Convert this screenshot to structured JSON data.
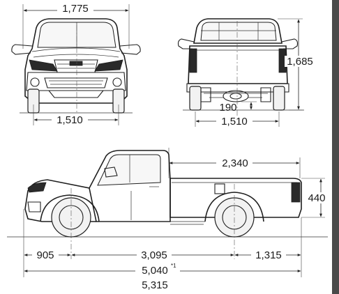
{
  "page": {
    "background_color": "#ffffff",
    "side_bar_color": "#4a4a4a",
    "line_color": "#1f1f1f"
  },
  "front_view": {
    "overall_width": "1,775",
    "track": "1,510"
  },
  "rear_view": {
    "height": "1,685",
    "ground_clearance": "190",
    "track": "1,510"
  },
  "side_view": {
    "bed_length": "2,340",
    "bed_height": "440",
    "front_overhang": "905",
    "wheelbase": "3,095",
    "rear_overhang": "1,315",
    "overall_length": "5,040",
    "overall_length_note": "*1",
    "overall_length_alt": "5,315"
  }
}
